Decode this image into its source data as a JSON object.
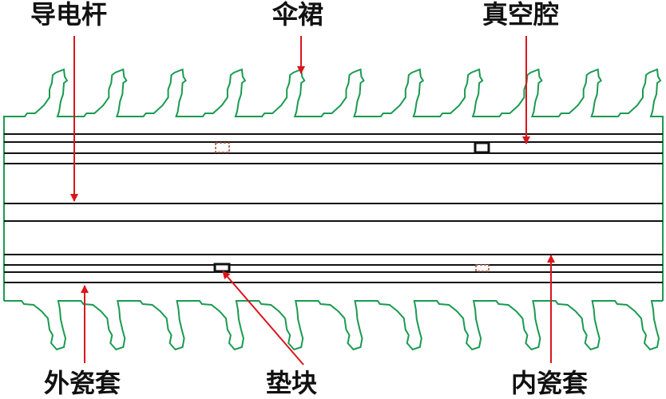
{
  "labels": {
    "conductor_rod": "导电杆",
    "shed": "伞裙",
    "vacuum_chamber": "真空腔",
    "outer_porcelain": "外瓷套",
    "spacer_block": "垫块",
    "inner_porcelain": "内瓷套"
  },
  "colors": {
    "shed_outline": "#1a9a50",
    "arrow": "#d9161c",
    "lines": "#111111",
    "spacer_dashed": "#a04a3a"
  }
}
